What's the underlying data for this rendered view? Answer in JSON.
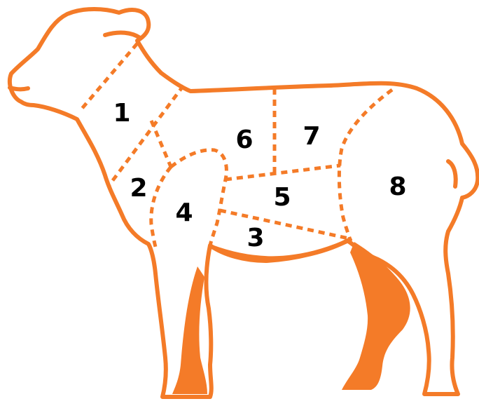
{
  "colors": {
    "outline": "#f47b28",
    "fill": "#f47b28",
    "label": "#000000",
    "background": "#ffffff"
  },
  "cuts": [
    {
      "id": "neck",
      "label": "1"
    },
    {
      "id": "shoulder-lower",
      "label": "2"
    },
    {
      "id": "breast",
      "label": "3"
    },
    {
      "id": "shoulder",
      "label": "4"
    },
    {
      "id": "belly",
      "label": "5"
    },
    {
      "id": "rack",
      "label": "6"
    },
    {
      "id": "loin",
      "label": "7"
    },
    {
      "id": "leg",
      "label": "8"
    }
  ]
}
